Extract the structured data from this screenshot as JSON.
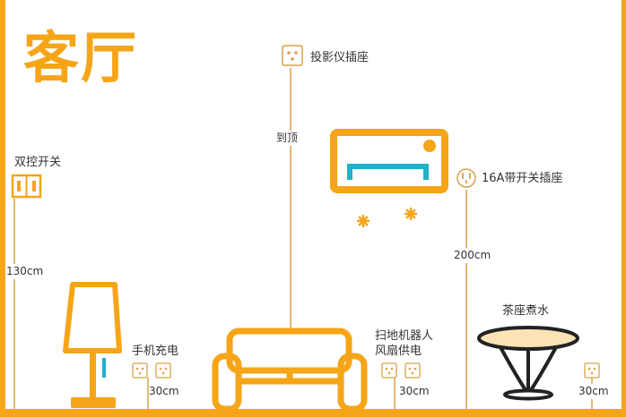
{
  "title": "客厅",
  "labels": {
    "dual_switch": "双控开关",
    "projector_socket": "投影仪插座",
    "ac_socket": "16A带开关插座",
    "phone_charging": "手机充电",
    "robot_vacuum_line1": "扫地机器人",
    "robot_vacuum_line2": "风扇供电",
    "tea_table": "茶座煮水"
  },
  "dimensions": {
    "switch_height": "130cm",
    "projector_height": "到顶",
    "ac_socket_height": "200cm",
    "phone_socket_height": "30cm",
    "vacuum_socket_height": "30cm",
    "tea_socket_height": "30cm"
  },
  "colors": {
    "accent": "#f5a517",
    "cyan": "#1fb2c9",
    "table_top": "#fbe3b5",
    "line": "#d9a24a",
    "text": "#333333"
  },
  "icons": [
    "outlet-icon",
    "switch-icon",
    "round-socket-icon",
    "air-conditioner-icon",
    "lamp-icon",
    "sofa-icon",
    "tea-table-icon",
    "airflow-icon"
  ]
}
